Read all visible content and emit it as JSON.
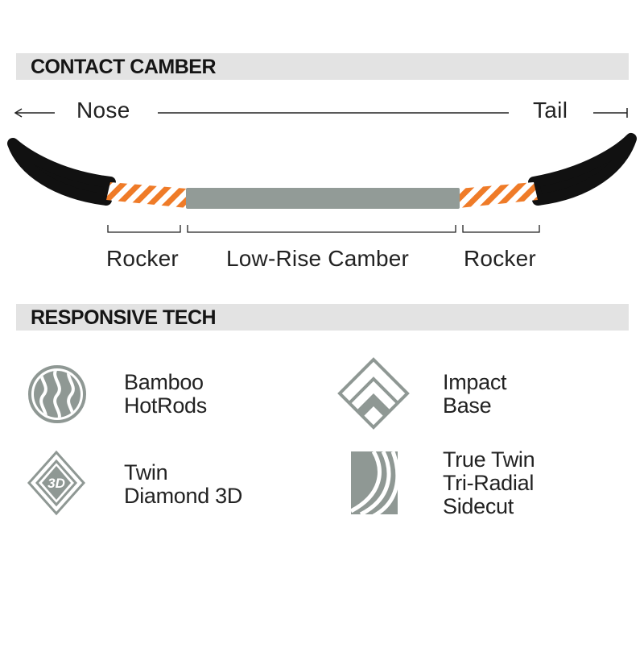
{
  "profile": {
    "heading": "CONTACT CAMBER",
    "nose_label": "Nose",
    "tail_label": "Tail",
    "zones": [
      "Rocker",
      "Low-Rise Camber",
      "Rocker"
    ]
  },
  "colors": {
    "rocker_stripe": "#ef7b28",
    "camber_core": "#929b97",
    "board_edge": "#111111",
    "icon_gray": "#8f9894",
    "section_bar": "#e3e3e3"
  },
  "tech": {
    "heading": "RESPONSIVE TECH",
    "items": [
      {
        "icon": "bamboo-hotrods-icon",
        "lines": [
          "Bamboo",
          "HotRods"
        ]
      },
      {
        "icon": "impact-base-icon",
        "lines": [
          "Impact",
          "Base"
        ]
      },
      {
        "icon": "twin-diamond-3d-icon",
        "lines": [
          "Twin",
          "Diamond 3D"
        ],
        "icon_text": "3D"
      },
      {
        "icon": "tri-radial-sidecut-icon",
        "lines": [
          "True Twin",
          "Tri-Radial",
          "Sidecut"
        ]
      }
    ]
  }
}
